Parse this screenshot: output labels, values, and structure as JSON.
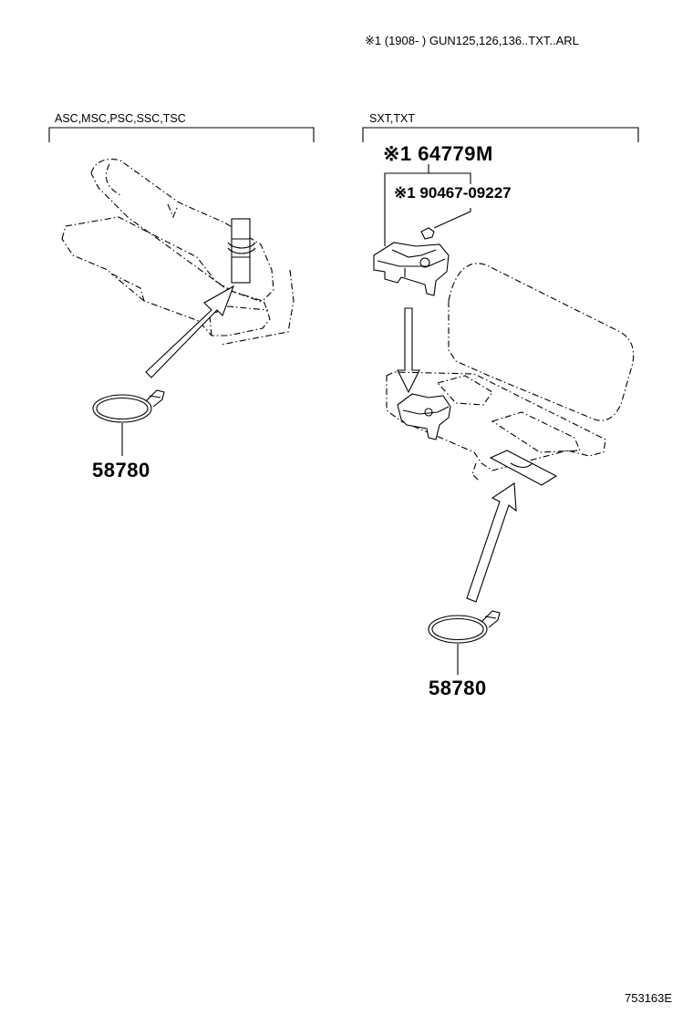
{
  "header_note": "※1 (1908-       ) GUN125,126,136..TXT..ARL",
  "sections": {
    "left": {
      "label": "ASC,MSC,PSC,SSC,TSC"
    },
    "right": {
      "label": "SXT,TXT"
    }
  },
  "parts": {
    "left_ring": "58780",
    "right_ring": "58780",
    "bracket": "※1 64779M",
    "clip": "※1 90467-09227"
  },
  "illustration_id": "753163E"
}
